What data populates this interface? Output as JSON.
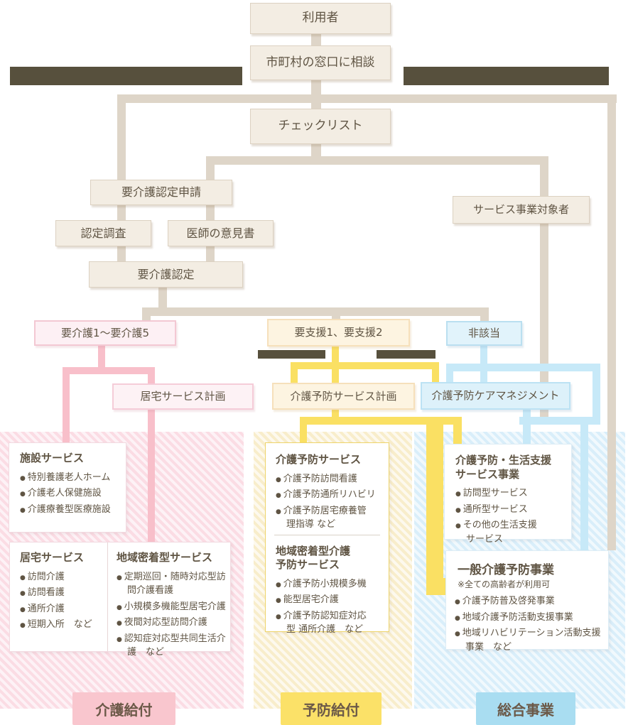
{
  "colors": {
    "line_tan": "#ded5c8",
    "bar_brown": "#57503d",
    "line_pink": "#f8bfca",
    "line_yellow": "#fae063",
    "line_blue": "#c7e9f8",
    "ribbon_pink": "#f9c6ce",
    "ribbon_yellow": "#fbe168",
    "ribbon_blue": "#a9ddf1",
    "text_brown": "#5f5443"
  },
  "flow": {
    "user": "利用者",
    "consult": "市町村の窓口に相談",
    "checklist": "チェックリスト",
    "application": "要介護認定申請",
    "survey": "認定調査",
    "doctor_opinion": "医師の意見書",
    "certification": "要介護認定",
    "service_target": "サービス事業対象者",
    "care_level": "要介護1〜要介護5",
    "support_level": "要支援1、要支援2",
    "not_applicable": "非該当",
    "home_service_plan": "居宅サービス計画",
    "prevention_service_plan": "介護予防サービス計画",
    "prevention_care_mgmt": "介護予防ケアマネジメント"
  },
  "panels": {
    "facility": {
      "title": "施設サービス",
      "items": [
        "特別養護老人ホーム",
        "介護老人保健施設",
        "介護療養型医療施設"
      ]
    },
    "home": {
      "title": "居宅サービス",
      "items": [
        "訪問介護",
        "訪問看護",
        "通所介護",
        "短期入所　など"
      ]
    },
    "community": {
      "title": "地域密着型サービス",
      "items": [
        "定期巡回・随時対応型訪\n問介護看護",
        "小規模多機能型居宅介護",
        "夜間対応型訪問介護",
        "認知症対応型共同生活介\n護　など"
      ]
    },
    "prevention": {
      "title": "介護予防サービス",
      "items": [
        "介護予防訪問看護",
        "介護予防通所リハビリ",
        "介護予防居宅療養管\n理指導 など"
      ]
    },
    "community_prevention": {
      "title": "地域密着型介護\n予防サービス",
      "items": [
        "介護予防小規模多機",
        "能型居宅介護",
        "介護予防認知症対応\n型 通所介護　など"
      ]
    },
    "life_support": {
      "title": "介護予防・生活支援\nサービス事業",
      "items": [
        "訪問型サービス",
        "通所型サービス",
        "その他の生活支援\nサービス"
      ]
    },
    "general_prevention": {
      "title": "一般介護予防事業",
      "note": "※全ての高齢者が利用可",
      "items": [
        "介護予防普及啓発事業",
        "地域介護予防活動支援事業",
        "地域リハビリテーション活動支援\n事業　など"
      ]
    }
  },
  "ribbons": {
    "care": "介護給付",
    "prevention": "予防給付",
    "comprehensive": "総合事業"
  }
}
